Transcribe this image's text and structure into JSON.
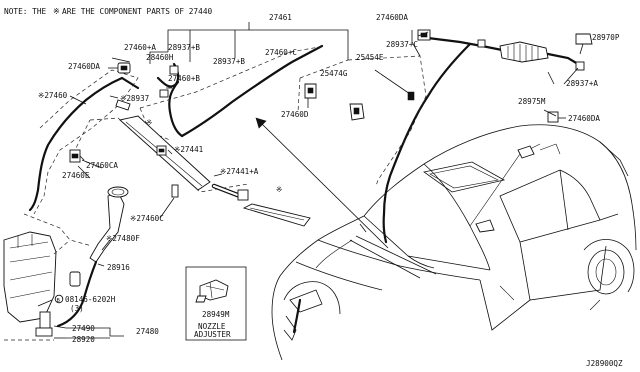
{
  "note": {
    "prefix": "NOTE: THE",
    "mark": "※",
    "suffix": "ARE THE COMPONENT PARTS OF 27440"
  },
  "labels": {
    "p27461": "27461",
    "p27460DA_top": "27460DA",
    "p28970P": "28970P",
    "p27460A_top": "27460+A",
    "p28937B_top": "28937+B",
    "p28460H": "28460H",
    "p27460DA_left": "27460DA",
    "p27460B": "27460+B",
    "p28937B_mid": "28937+B",
    "p27460C_top": "27460+C",
    "p28937C": "28937+C",
    "p25454E": "25454E",
    "p25474G": "25474G",
    "p28975M": "28975M",
    "p28937A": "28937+A",
    "p27460DA_right": "27460DA",
    "p27460_main": "※27460",
    "p28937_left": "※28937",
    "p27460D": "27460D",
    "p27441": "※27441",
    "p27441A": "※27441+A",
    "p27460CA": "27460CA",
    "p27460E": "27460E",
    "p27460C_low": "※27460C",
    "p27480F": "※27480F",
    "p28916": "28916",
    "p08146": "08146-6202H",
    "p08146_qty": "(3)",
    "p27490": "27490",
    "p27480": "27480",
    "p28920": "28920",
    "p28949M": "28949M",
    "nozzle_adjuster_1": "NOZZLE",
    "nozzle_adjuster_2": "ADJUSTER",
    "star_a": "※",
    "star_b": "※",
    "bolt_mark": "B",
    "diagram_code": "J28900QZ"
  }
}
